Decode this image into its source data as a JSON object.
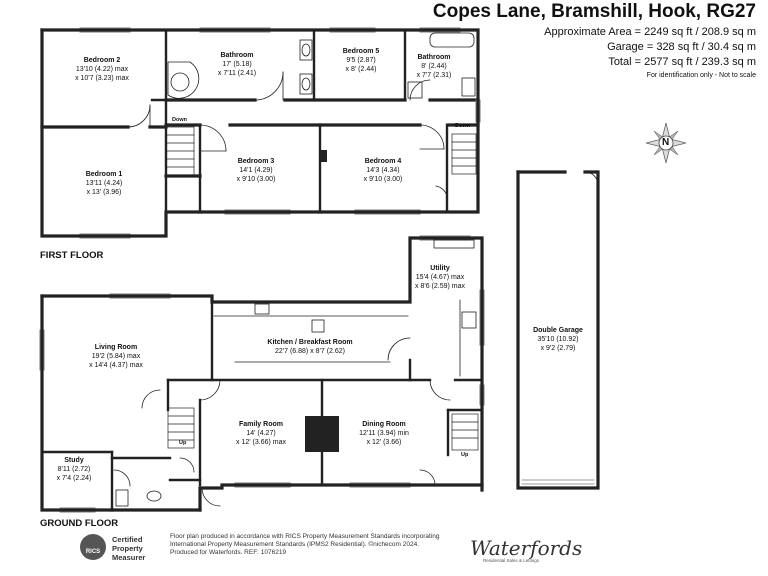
{
  "header": {
    "title": "Copes Lane, Bramshill, Hook, RG27",
    "approx_area": "Approximate Area = 2249 sq ft / 208.9 sq m",
    "garage_area": "Garage = 328 sq ft / 30.4 sq m",
    "total_area": "Total = 2577 sq ft / 239.3 sq m",
    "disclaimer": "For identification only - Not to scale"
  },
  "floors": {
    "first": "FIRST FLOOR",
    "ground": "GROUND FLOOR"
  },
  "rooms": {
    "bedroom2": {
      "name": "Bedroom 2",
      "l1": "13'10 (4.22) max",
      "l2": "x 10'7 (3.23) max"
    },
    "bathroom1": {
      "name": "Bathroom",
      "l1": "17' (5.18)",
      "l2": "x 7'11 (2.41)"
    },
    "bedroom5": {
      "name": "Bedroom 5",
      "l1": "9'5 (2.87)",
      "l2": "x 8' (2.44)"
    },
    "bathroom2": {
      "name": "Bathroom",
      "l1": "8' (2.44)",
      "l2": "x 7'7 (2.31)"
    },
    "bedroom1": {
      "name": "Bedroom 1",
      "l1": "13'11 (4.24)",
      "l2": "x 13' (3.96)"
    },
    "bedroom3": {
      "name": "Bedroom 3",
      "l1": "14'1 (4.29)",
      "l2": "x 9'10 (3.00)"
    },
    "bedroom4": {
      "name": "Bedroom 4",
      "l1": "14'3 (4.34)",
      "l2": "x 9'10 (3.00)"
    },
    "utility": {
      "name": "Utility",
      "l1": "15'4 (4.67) max",
      "l2": "x 8'6 (2.59) max"
    },
    "living": {
      "name": "Living Room",
      "l1": "19'2 (5.84) max",
      "l2": "x 14'4 (4.37) max"
    },
    "kitchen": {
      "name": "Kitchen / Breakfast Room",
      "l1": "22'7 (6.88) x 8'7 (2.62)"
    },
    "family": {
      "name": "Family Room",
      "l1": "14' (4.27)",
      "l2": "x 12' (3.66) max"
    },
    "dining": {
      "name": "Dining Room",
      "l1": "12'11 (3.94) min",
      "l2": "x 12' (3.66)"
    },
    "study": {
      "name": "Study",
      "l1": "8'11 (2.72)",
      "l2": "x 7'4 (2.24)"
    },
    "garage": {
      "name": "Double Garage",
      "l1": "35'10 (10.92)",
      "l2": "x 9'2 (2.79)"
    }
  },
  "stair_labels": {
    "down1": "Down",
    "down2": "Down",
    "up1": "Up",
    "up2": "Up"
  },
  "compass": {
    "letter": "N"
  },
  "footer": {
    "rics": "RICS",
    "rics_l1": "Certified",
    "rics_l2": "Property",
    "rics_l3": "Measurer",
    "line1": "Floor plan produced in accordance with RICS Property Measurement Standards incorporating",
    "line2": "International Property Measurement Standards (IPMS2 Residential). ©nichecom 2024.",
    "line3": "Produced for Waterfords.   REF: 1076219",
    "logo": "Waterfords",
    "logo_sub": "Residential Sales & Lettings"
  }
}
